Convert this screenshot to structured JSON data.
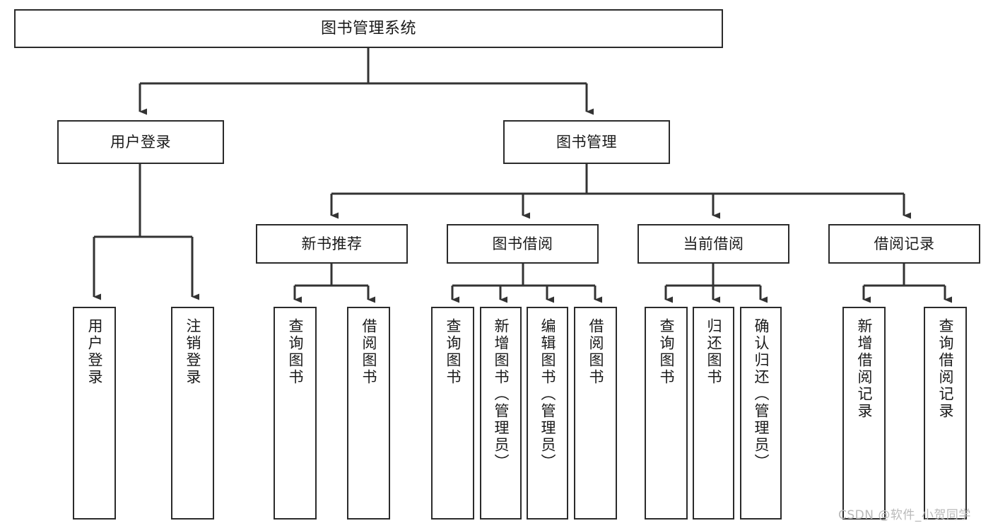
{
  "diagram": {
    "title": "图书管理系统",
    "type": "tree-hierarchy-diagram",
    "root": {
      "id": "root",
      "label": "图书管理系统"
    },
    "level2": [
      {
        "id": "user-login",
        "label": "用户登录"
      },
      {
        "id": "book-manage",
        "label": "图书管理"
      }
    ],
    "level3": [
      {
        "id": "new-book-rec",
        "label": "新书推荐",
        "parent": "book-manage"
      },
      {
        "id": "book-borrow",
        "label": "图书借阅",
        "parent": "book-manage"
      },
      {
        "id": "current-borrow",
        "label": "当前借阅",
        "parent": "book-manage"
      },
      {
        "id": "borrow-record",
        "label": "借阅记录",
        "parent": "book-manage"
      }
    ],
    "leaves": [
      {
        "id": "leaf-user-login",
        "label": "用户登录",
        "parent": "user-login"
      },
      {
        "id": "leaf-user-logout",
        "label": "注销登录",
        "parent": "user-login"
      },
      {
        "id": "leaf-query-book-1",
        "label": "查询图书",
        "parent": "new-book-rec"
      },
      {
        "id": "leaf-borrow-book-1",
        "label": "借阅图书",
        "parent": "new-book-rec"
      },
      {
        "id": "leaf-query-book-2",
        "label": "查询图书",
        "parent": "book-borrow"
      },
      {
        "id": "leaf-add-book",
        "label": "新增图书（管理员）",
        "parent": "book-borrow"
      },
      {
        "id": "leaf-edit-book",
        "label": "编辑图书（管理员）",
        "parent": "book-borrow"
      },
      {
        "id": "leaf-borrow-book-2",
        "label": "借阅图书",
        "parent": "book-borrow"
      },
      {
        "id": "leaf-query-book-3",
        "label": "查询图书",
        "parent": "current-borrow"
      },
      {
        "id": "leaf-return-book",
        "label": "归还图书",
        "parent": "current-borrow"
      },
      {
        "id": "leaf-confirm-return",
        "label": "确认归还（管理员）",
        "parent": "current-borrow"
      },
      {
        "id": "leaf-add-record",
        "label": "新增借阅记录",
        "parent": "borrow-record"
      },
      {
        "id": "leaf-query-record",
        "label": "查询借阅记录",
        "parent": "borrow-record"
      }
    ],
    "colors": {
      "border": "#2b2b2b",
      "background": "#ffffff",
      "text": "#1a1a1a",
      "connector": "#333333",
      "watermark": "#b9b9b9"
    }
  },
  "watermark": {
    "text": "CSDN @软件_小贺同学"
  }
}
